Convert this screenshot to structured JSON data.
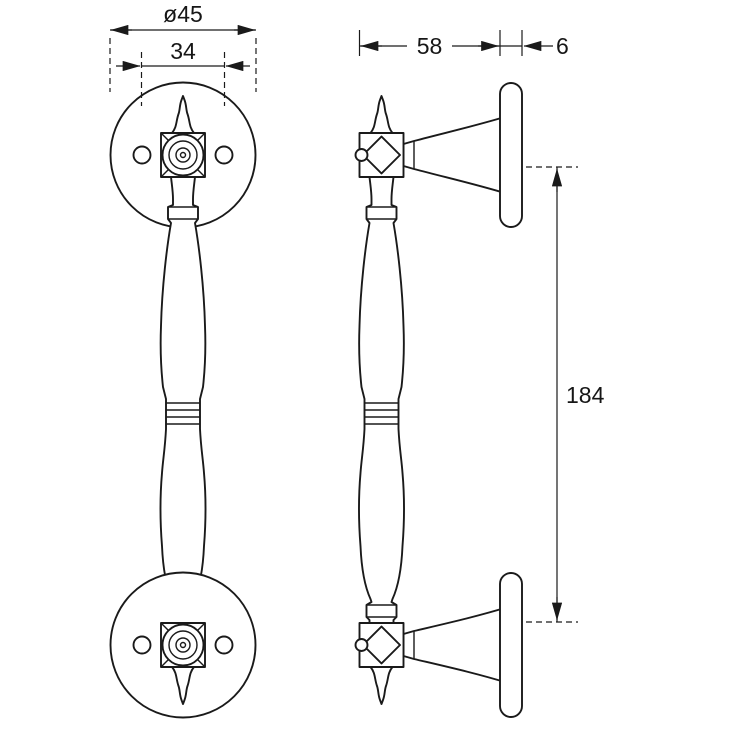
{
  "drawing": {
    "background": "#ffffff",
    "line_color": "#1a1a1a",
    "dimensions": {
      "diameter": "ø45",
      "hole_spacing": "34",
      "projection": "58",
      "plate_thickness": "6",
      "length": "184"
    }
  }
}
